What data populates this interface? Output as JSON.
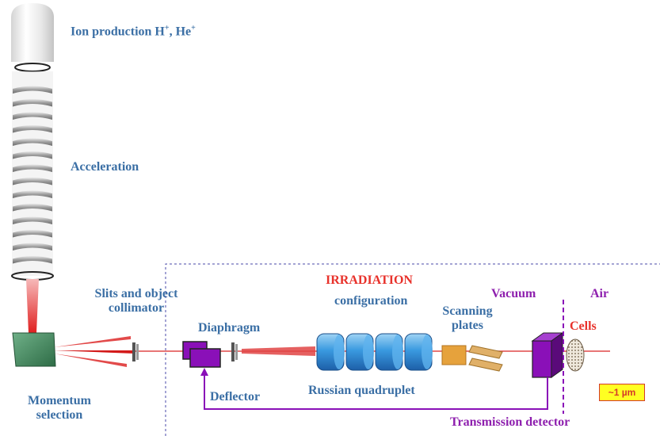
{
  "labels": {
    "ion_production": "Ion production H",
    "ion_h_sup": "+",
    "ion_sep": ", He",
    "ion_he_sup": "+",
    "acceleration": "Acceleration",
    "slits_line1": "Slits and object",
    "slits_line2": "collimator",
    "momentum_line1": "Momentum",
    "momentum_line2": "selection",
    "diaphragm": "Diaphragm",
    "deflector": "Deflector",
    "irradiation": "IRRADIATION",
    "configuration": "configuration",
    "russian_quadruplet": "Russian quadruplet",
    "scanning_line1": "Scanning",
    "scanning_line2": "plates",
    "vacuum": "Vacuum",
    "air": "Air",
    "cells": "Cells",
    "transmission_detector": "Transmission detector",
    "scale": "~1 µm"
  },
  "colors": {
    "blue_text": "#3b6fa5",
    "red_text": "#e8322b",
    "purple_text": "#8e1fae",
    "beam": "#e23a3a",
    "purple_device": "#8a10b8",
    "quad_blue": "#2f8fd6",
    "scanning_orange": "#e0a040",
    "magnet_green": "#3f8a5a",
    "dashed_frame": "#4a4aa8"
  },
  "icons": {
    "ion_source": "ion-source-glass-icon",
    "accelerator_rings": "accelerator-ring-icon",
    "magnet": "bending-magnet-icon",
    "slit": "slit-icon",
    "quadrupole": "quadrupole-lens-icon",
    "scanning_plates": "scanning-plate-icon",
    "detector": "detector-box-icon",
    "cells": "cell-dish-icon"
  }
}
